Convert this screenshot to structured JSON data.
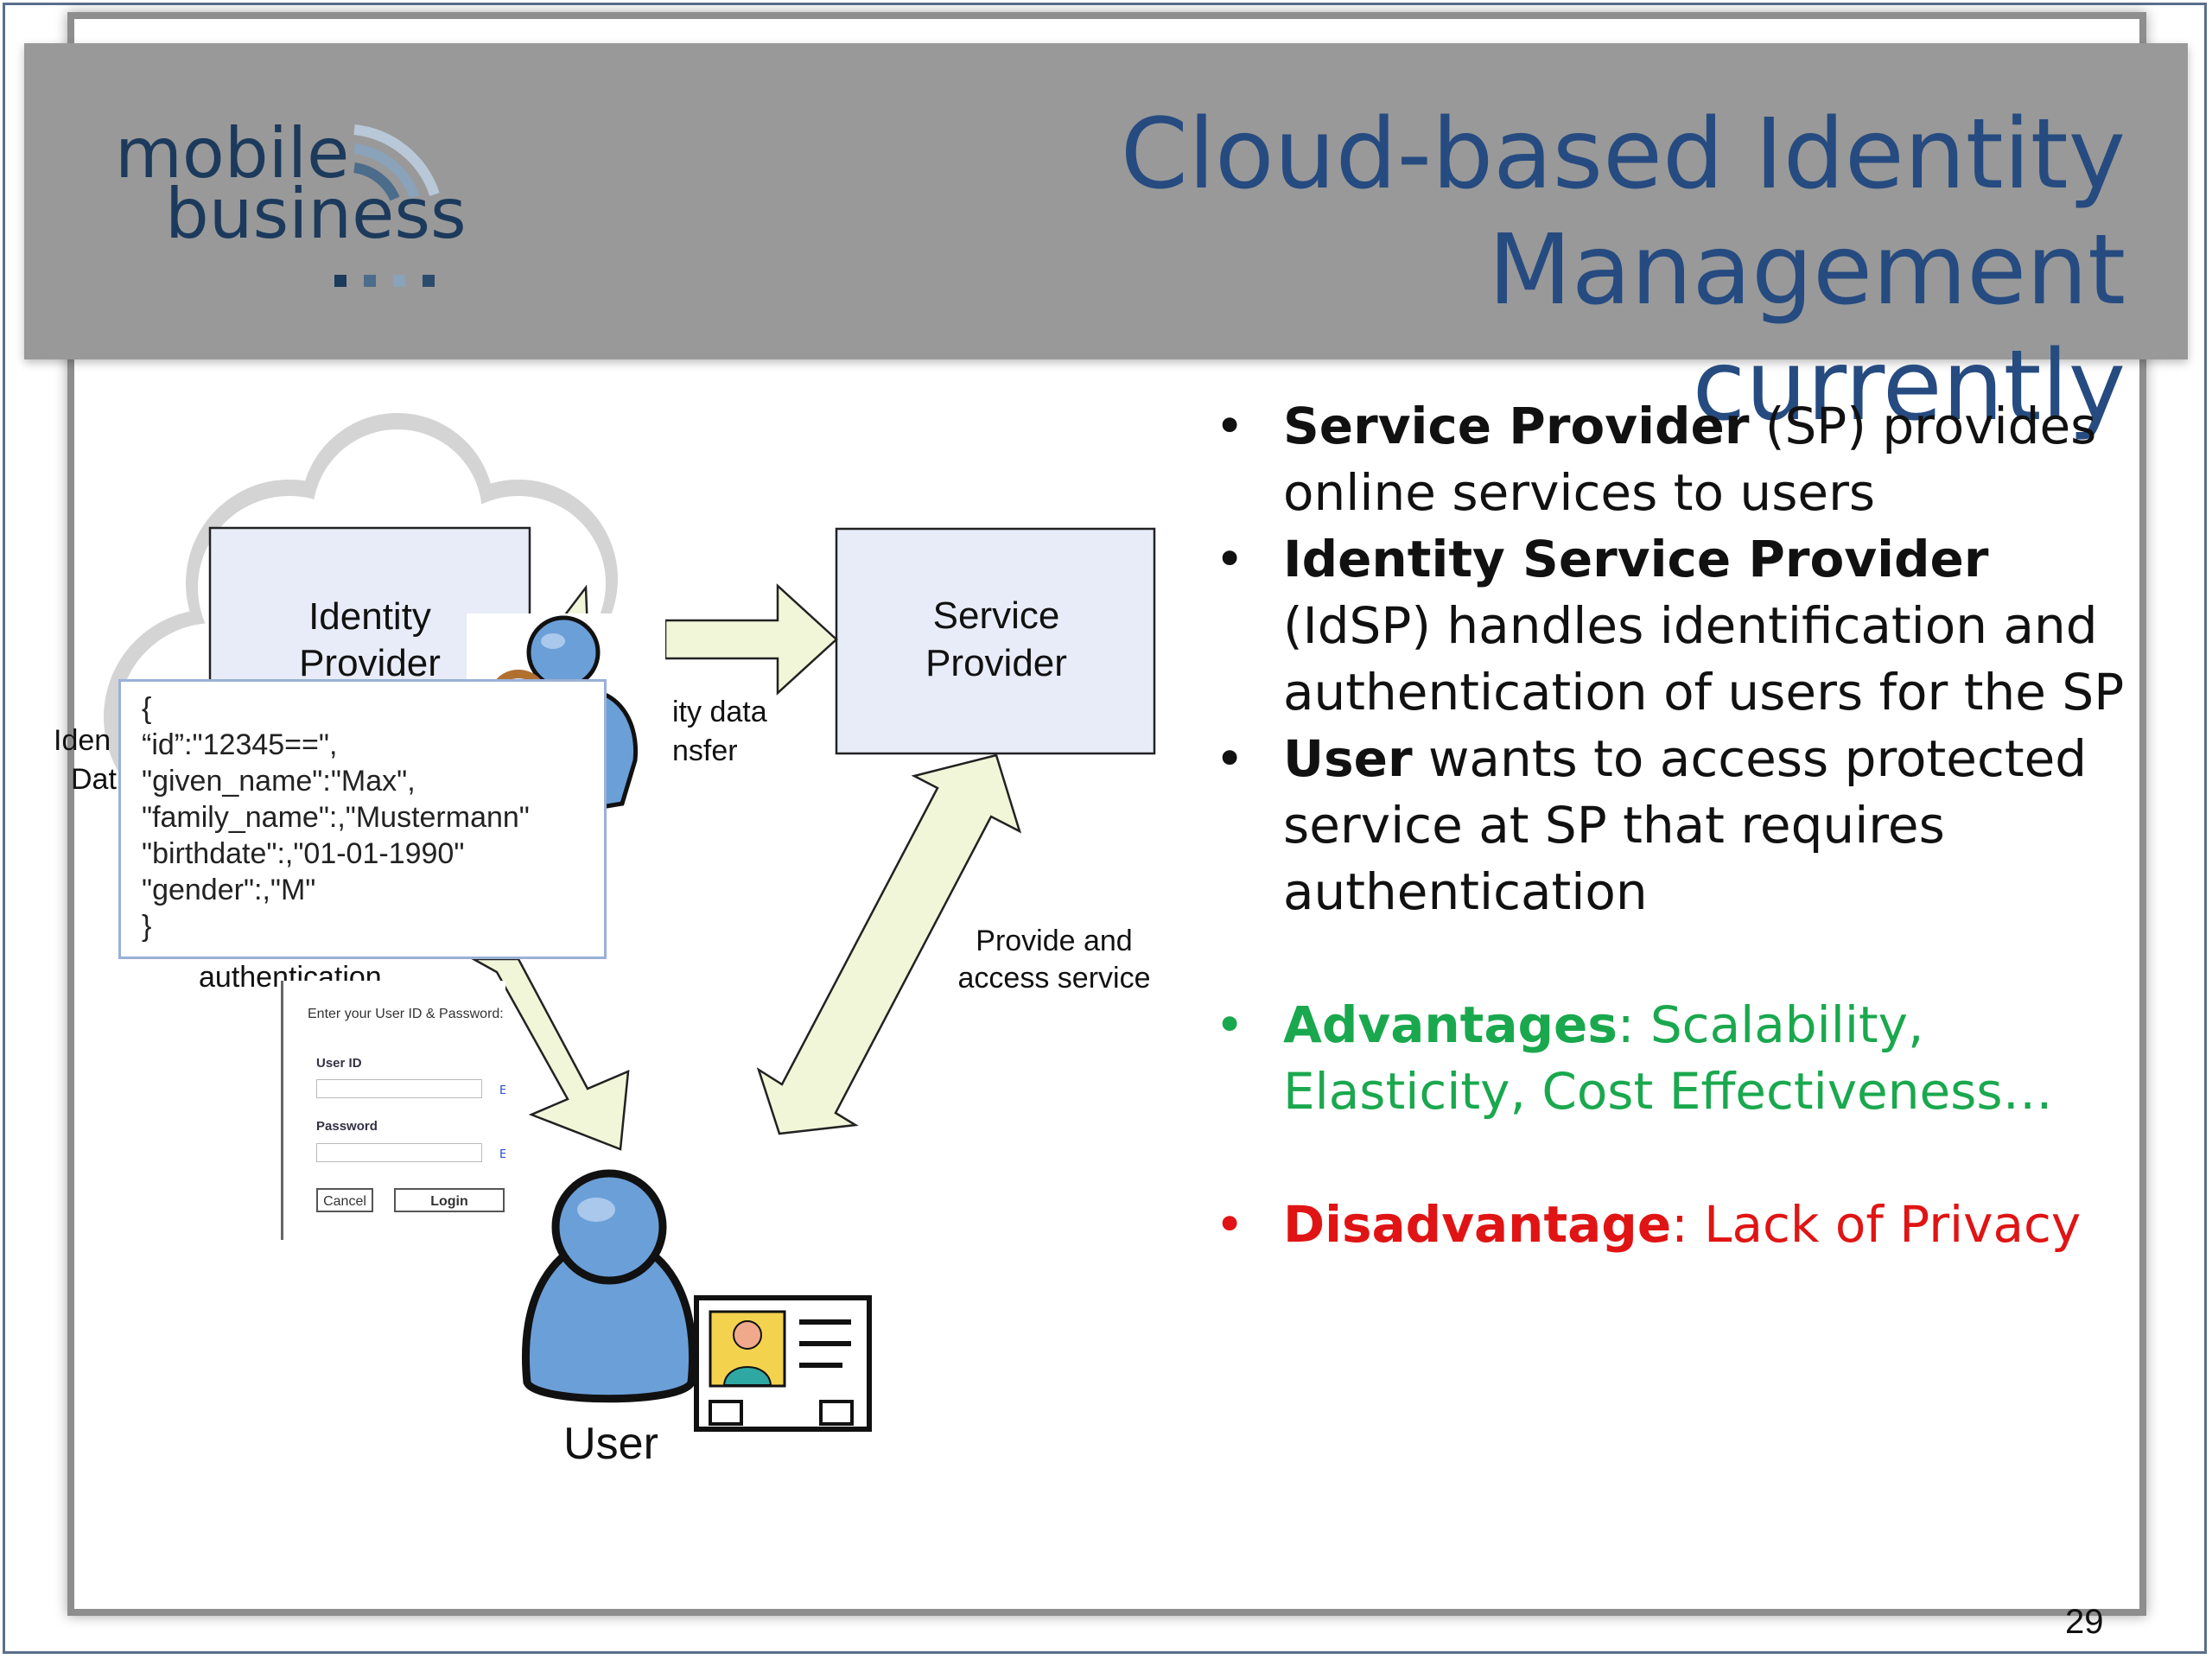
{
  "slide": {
    "title_line1": "Cloud-based Identity Management",
    "title_line2": "currently",
    "page_number": "29",
    "logo": {
      "line1": "mobile",
      "line2": "business"
    }
  },
  "diagram": {
    "identity_provider": [
      "Identity",
      "Provider"
    ],
    "service_provider": [
      "Service",
      "Provider"
    ],
    "identity_data_transfer": [
      "ity data",
      "nsfer"
    ],
    "identity_data_partial": [
      "Iden",
      "Dat"
    ],
    "authentication": "authentication",
    "provide_access": [
      "Provide and",
      "access service"
    ],
    "user": "User",
    "json_lines": [
      "{",
      "“id”:\"12345==\",",
      "\"given_name\":\"Max\",",
      "\"family_name\":,\"Mustermann\"",
      "\"birthdate\":,\"01-01-1990\"",
      "\"gender\":,\"M\"",
      "}"
    ],
    "login_dialog": {
      "title": "Enter your User ID & Password:",
      "user_id_label": "User ID",
      "password_label": "Password",
      "cancel_label": "Cancel",
      "login_label": "Login",
      "link_char": "E"
    }
  },
  "bullets": {
    "b1": {
      "bold": "Service Provider",
      "text": " (SP) provides online services to users"
    },
    "b2": {
      "bold": "Identity Service Provider",
      "text": " (IdSP) handles identification and authentication of users for the SP"
    },
    "b3": {
      "bold": "User",
      "text": " wants to access protected service at SP that requires authentication"
    },
    "adv": {
      "bold": "Advantages",
      "text": ": Scalability, Elasticity, Cost Effectiveness…"
    },
    "dis": {
      "bold": "Disadvantage",
      "text": ": Lack of Privacy"
    }
  },
  "colors": {
    "title": "#264b80",
    "advantage": "#1aa84e",
    "disadvantage": "#e01414",
    "box_fill": "#e8ecf8",
    "arrow_fill": "#f2f6d8"
  },
  "icons": [
    "cloud-icon",
    "spy-magnifier-icon",
    "user-person-icon",
    "id-card-icon",
    "signal-arcs-icon"
  ]
}
